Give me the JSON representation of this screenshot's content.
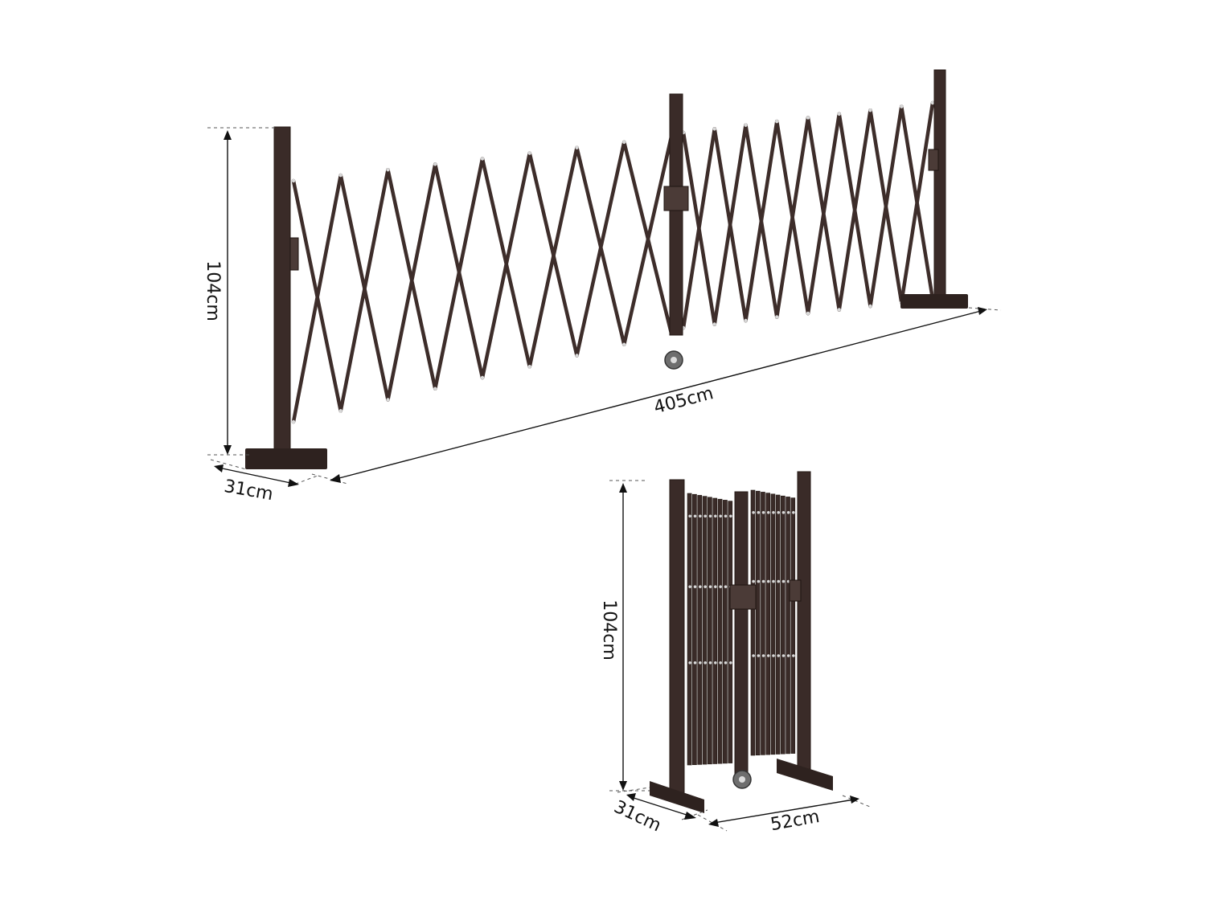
{
  "extended": {
    "height_label": "104cm",
    "length_label": "405cm",
    "depth_label": "31cm"
  },
  "folded": {
    "height_label": "104cm",
    "depth_label": "31cm",
    "width_label": "52cm"
  },
  "colors": {
    "frame": "#3a2b28",
    "wheel": "#6e6e6e",
    "dimension_line": "#111111",
    "background": "#ffffff"
  }
}
